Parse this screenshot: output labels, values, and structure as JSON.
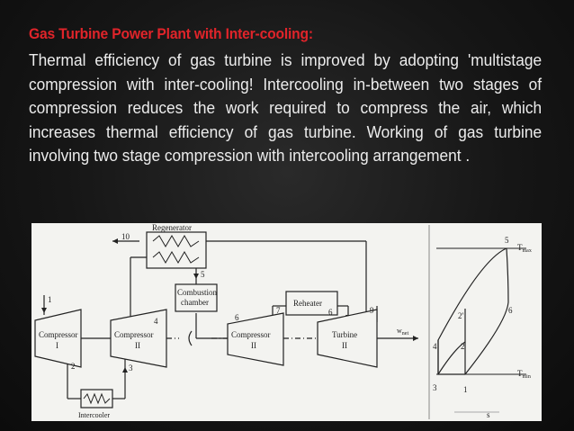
{
  "slide": {
    "title": "Gas Turbine Power Plant with Inter-cooling:",
    "body": "Thermal efficiency of gas turbine is improved by adopting 'multistage compression with inter-cooling! Intercooling in-between two stages of compression reduces the work required to compress the air, which increases thermal efficiency of gas turbine. Working of gas turbine involving two stage compression with intercooling arrangement ."
  },
  "diagram": {
    "regenerator": "Regenerator",
    "combustion_1": "Combustion",
    "combustion_2": "chamber",
    "reheater": "Reheater",
    "compressor1_a": "Compressor",
    "compressor1_b": "I",
    "compressor2_a": "Compressor",
    "compressor2_b": "II",
    "compressor3_a": "Compressor",
    "compressor3_b": "II",
    "turbine_a": "Turbine",
    "turbine_b": "II",
    "intercooler": "Intercooler",
    "wnet": "w",
    "wnet_sub": "net",
    "points": {
      "p1": "1",
      "p2": "2",
      "p3": "3",
      "p4": "4",
      "p5": "5",
      "p6": "6",
      "p7": "7",
      "p9": "9",
      "p10": "10"
    },
    "ts": {
      "p1": "1",
      "p2": "2",
      "p2p": "2'",
      "p3": "3",
      "p4": "4",
      "p5": "5",
      "p6": "6",
      "tmax": "T",
      "tmax_sub": "max",
      "tmin": "T",
      "tmin_sub": "min",
      "s_axis": "s"
    }
  }
}
